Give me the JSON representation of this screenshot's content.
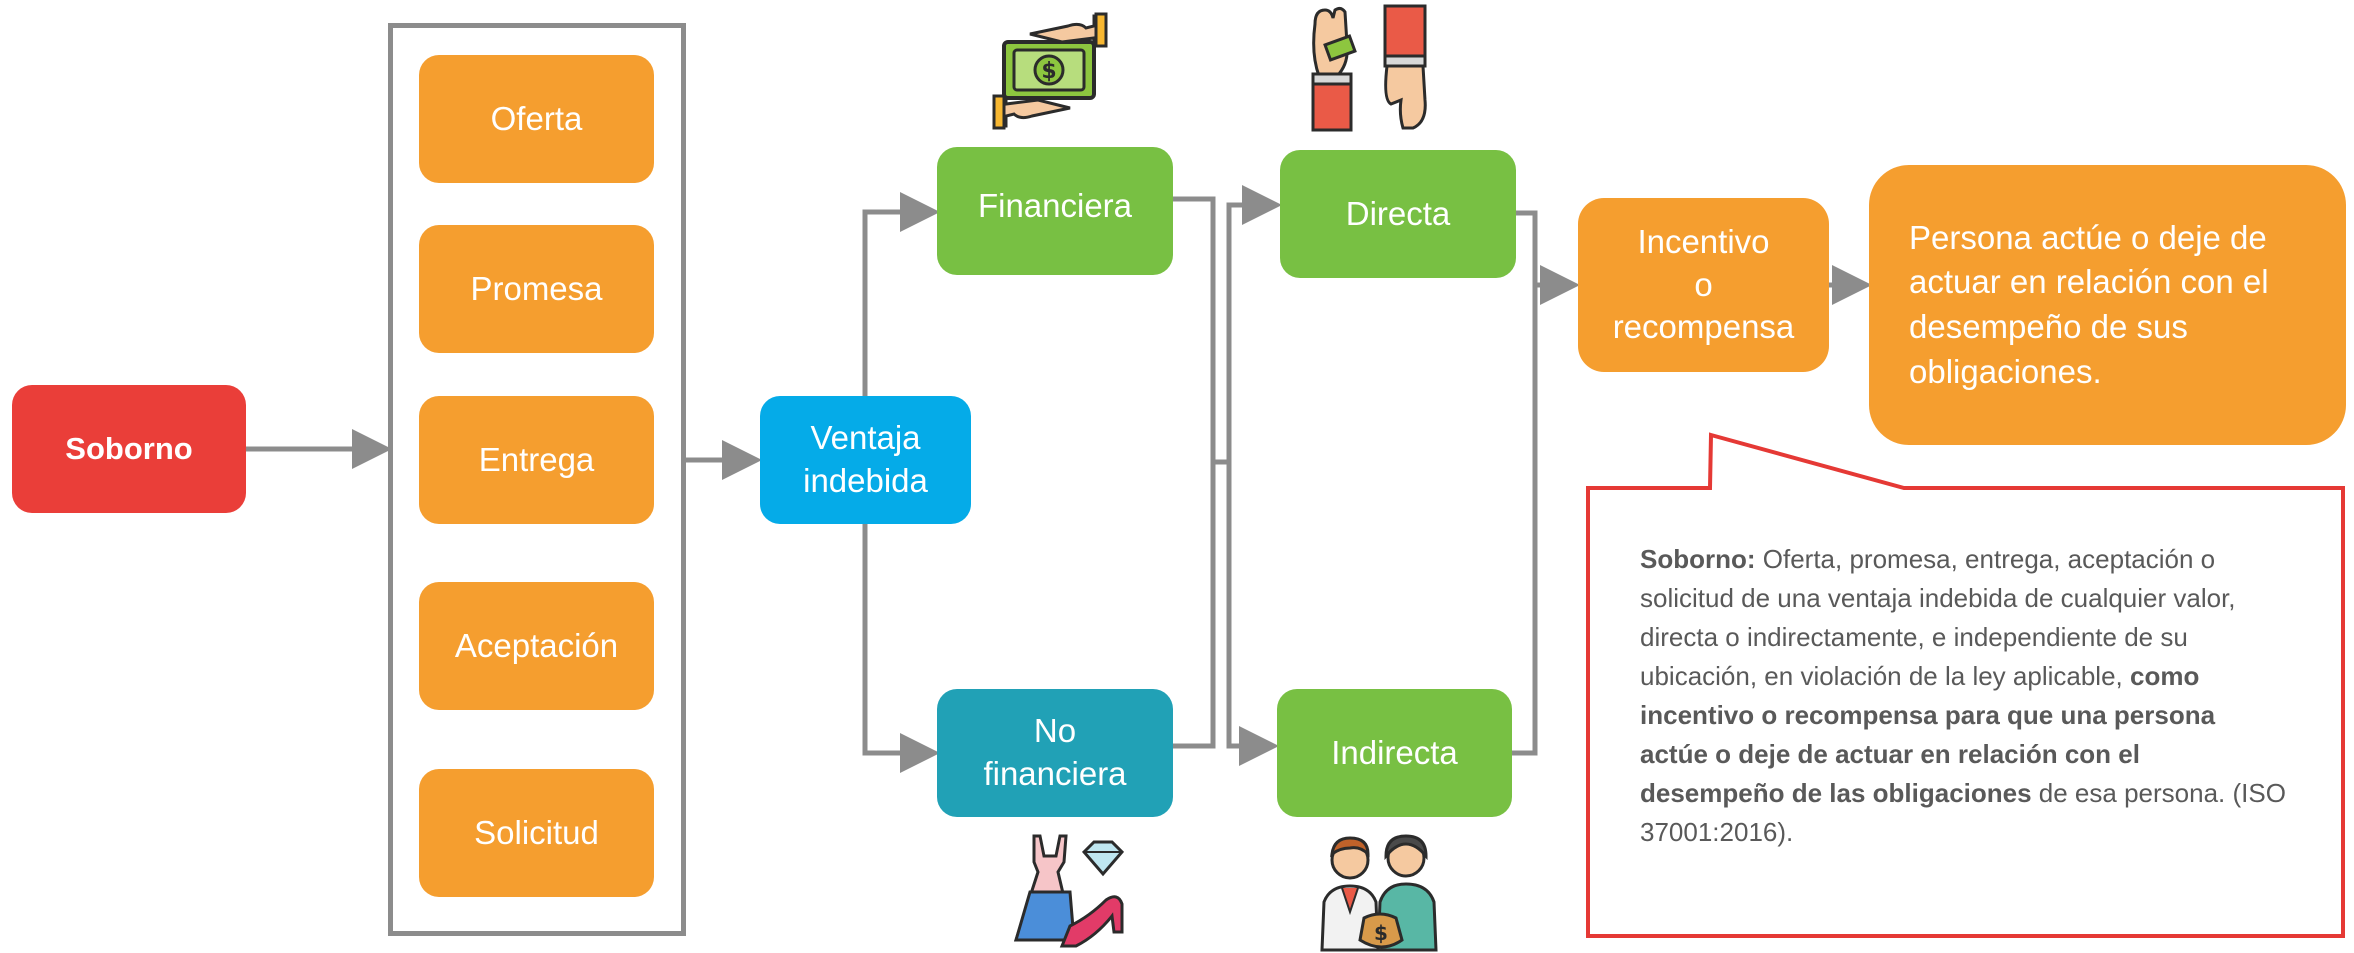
{
  "nodes": {
    "soborno": "Soborno",
    "acts": [
      "Oferta",
      "Promesa",
      "Entrega",
      "Aceptación",
      "Solicitud"
    ],
    "ventaja": [
      "Ventaja",
      "indebida"
    ],
    "financiera": "Financiera",
    "no_financiera": [
      "No",
      "financiera"
    ],
    "directa": "Directa",
    "indirecta": "Indirecta",
    "incentivo": [
      "Incentivo",
      "o",
      "recompensa"
    ],
    "persona": "Persona actúe o deje de actuar en relación con el desempeño de sus obligaciones."
  },
  "callout": {
    "term": "Soborno:",
    "text1": " Oferta, promesa, entrega, aceptación o solicitud de una ventaja indebida de cualquier valor, directa o indirectamente, e independiente de su ubicación, en violación de la ley aplicable, ",
    "bold": "como incentivo o recompensa para que una persona actúe o deje de actuar en relación con el desempeño de las obligaciones",
    "text2": " de esa persona. (ISO 37001:2016)."
  },
  "colors": {
    "orange": "#f59e2f",
    "red": "#ea3e39",
    "blue": "#05abe8",
    "teal": "#21a1b6",
    "green": "#78c043",
    "connector": "#8c8c8c",
    "callout_border": "#e53935"
  },
  "icons": [
    "money-exchange-icon",
    "bribe-handshake-icon",
    "dress-jewelry-icon",
    "money-bag-people-icon"
  ]
}
